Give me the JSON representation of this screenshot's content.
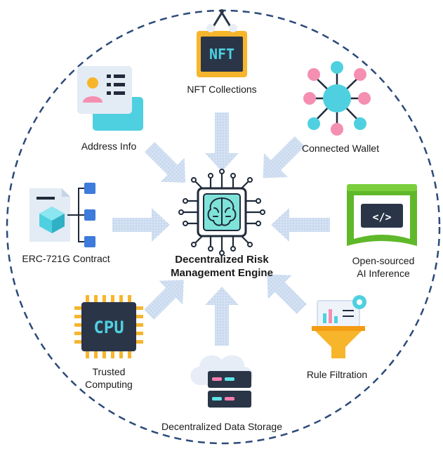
{
  "center": {
    "line1": "Decentralized Risk",
    "line2": "Management Engine",
    "icon": "brain-chip-icon"
  },
  "nodes": [
    {
      "id": "nft",
      "label": "NFT Collections",
      "icon": "nft-sign-icon",
      "icon_text": "NFT"
    },
    {
      "id": "wallet",
      "label": "Connected Wallet",
      "icon": "network-hub-icon"
    },
    {
      "id": "ai",
      "line1": "Open-sourced",
      "line2": "AI Inference",
      "icon": "code-scroll-icon"
    },
    {
      "id": "rule",
      "label": "Rule Filtration",
      "icon": "funnel-icon"
    },
    {
      "id": "storage",
      "label": "Decentralized Data Storage",
      "icon": "cloud-server-icon"
    },
    {
      "id": "tc",
      "line1": "Trusted",
      "line2": "Computing",
      "icon": "cpu-chip-icon",
      "icon_text": "CPU"
    },
    {
      "id": "erc",
      "label": "ERC-721G Contract",
      "icon": "contract-cube-icon"
    },
    {
      "id": "address",
      "label": "Address Info",
      "icon": "id-card-icon"
    }
  ],
  "colors": {
    "circle": "#2b4a7a",
    "arrow": "#c9d9ef",
    "chip": "#1f2a3a",
    "brain": "#7fe3da",
    "nft_frame": "#f7b52c",
    "screen_dark": "#2a3648",
    "teal": "#4fd0e0",
    "pink": "#f48fb1",
    "green": "#7bcf3c",
    "storage_pink": "#ff7eb0",
    "storage_cyan": "#5fe3e6"
  }
}
